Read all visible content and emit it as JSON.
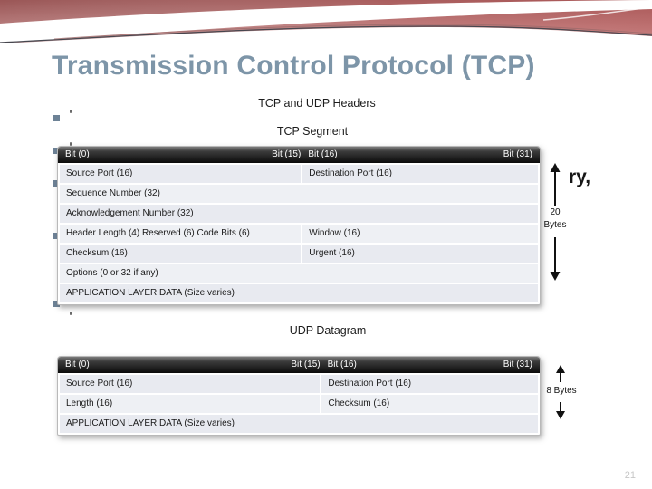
{
  "slide": {
    "title": "Transmission Control Protocol (TCP)",
    "page_number": "21",
    "clipped_text_fragment": "ry,"
  },
  "diagram": {
    "heading": "TCP and UDP Headers",
    "tcp": {
      "caption": "TCP Segment",
      "bits": {
        "b0": "Bit (0)",
        "b15": "Bit (15)",
        "b16": "Bit (16)",
        "b31": "Bit (31)"
      },
      "rows": [
        {
          "cells": [
            "Source Port (16)",
            "Destination Port (16)"
          ]
        },
        {
          "cells": [
            "Sequence Number (32)"
          ]
        },
        {
          "cells": [
            "Acknowledgement Number (32)"
          ]
        },
        {
          "cells": [
            "Header Length (4) Reserved (6) Code Bits (6)",
            "Window (16)"
          ]
        },
        {
          "cells": [
            "Checksum (16)",
            "Urgent (16)"
          ]
        },
        {
          "cells": [
            "Options (0 or 32 if any)"
          ]
        },
        {
          "cells": [
            "APPLICATION LAYER DATA (Size varies)"
          ]
        }
      ],
      "size_value": "20",
      "size_unit": "Bytes"
    },
    "udp": {
      "caption": "UDP Datagram",
      "bits": {
        "b0": "Bit (0)",
        "b15": "Bit (15)",
        "b16": "Bit (16)",
        "b31": "Bit (31)"
      },
      "rows": [
        {
          "cells": [
            "Source Port (16)",
            "Destination Port (16)"
          ]
        },
        {
          "cells": [
            "Length (16)",
            "Checksum (16)"
          ]
        },
        {
          "cells": [
            "APPLICATION LAYER DATA (Size varies)"
          ]
        }
      ],
      "size_label": "8 Bytes"
    }
  },
  "colors": {
    "title_text": "#7d95a8",
    "banner_red_dark": "#9a5656",
    "banner_red_light": "#ddbcbc",
    "table_header_bg": "#0a0a0a",
    "table_row_bg": "#e8eaf0",
    "bullet_marker": "#6d8296",
    "page_number": "#c7c7c7"
  }
}
